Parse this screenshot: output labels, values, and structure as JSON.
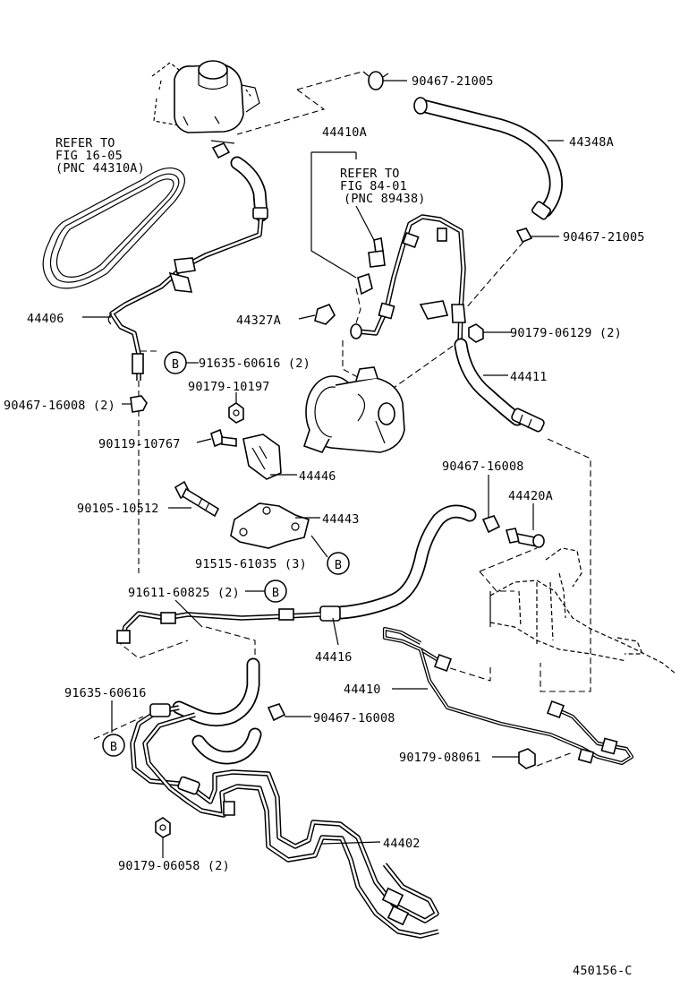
{
  "refer_pump": {
    "line1": "REFER TO",
    "line2": "FIG 16-05",
    "line3": "(PNC 44310A)"
  },
  "refer_switch": {
    "line1": "REFER TO",
    "line2": "FIG 84-01",
    "line3": "(PNC 89438)"
  },
  "labels": {
    "p44410A": "44410A",
    "p90467_21005_top": "90467-21005",
    "p44348A": "44348A",
    "p90467_21005_mid": "90467-21005",
    "p44406": "44406",
    "p44327A": "44327A",
    "p90179_06129": "90179-06129 (2)",
    "p91635_60616_2": "91635-60616 (2)",
    "p44411": "44411",
    "p90179_10197": "90179-10197",
    "p90467_16008_2": "90467-16008 (2)",
    "p90119_10767": "90119-10767",
    "p44446": "44446",
    "p90467_16008_right": "90467-16008",
    "p44420A": "44420A",
    "p90105_10512": "90105-10512",
    "p44443": "44443",
    "p91515_61035": "91515-61035 (3)",
    "p91611_60825": "91611-60825 (2)",
    "p44416": "44416",
    "p44410": "44410",
    "p91635_60616": "91635-60616",
    "p90467_16008_bottom": "90467-16008",
    "p90179_08061": "90179-08061",
    "p44402": "44402",
    "p90179_06058": "90179-06058 (2)"
  },
  "callout_letter": "B",
  "figure_id": "450156-C"
}
